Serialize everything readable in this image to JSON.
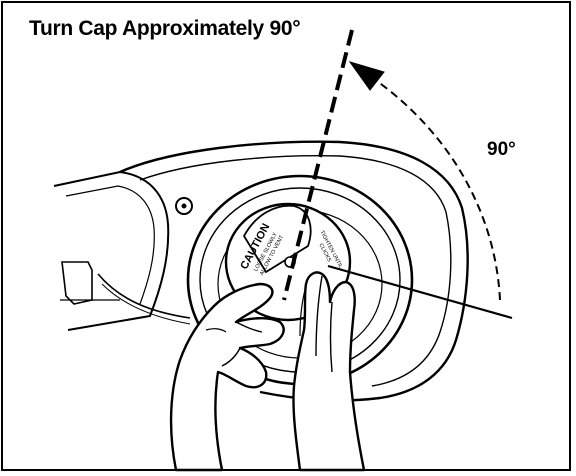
{
  "diagram": {
    "title": "Turn Cap Approximately 90°",
    "angle_label": "90°",
    "cap_caution_text": "CAUTION",
    "cap_small_text_lines": [
      "LOOSE SLOWLY",
      "ALLOW TO VENT"
    ],
    "cap_right_text_lines": [
      "TIGHTEN UNTIL",
      "CLICKS"
    ],
    "line_color": "#000000",
    "background_color": "#ffffff"
  }
}
